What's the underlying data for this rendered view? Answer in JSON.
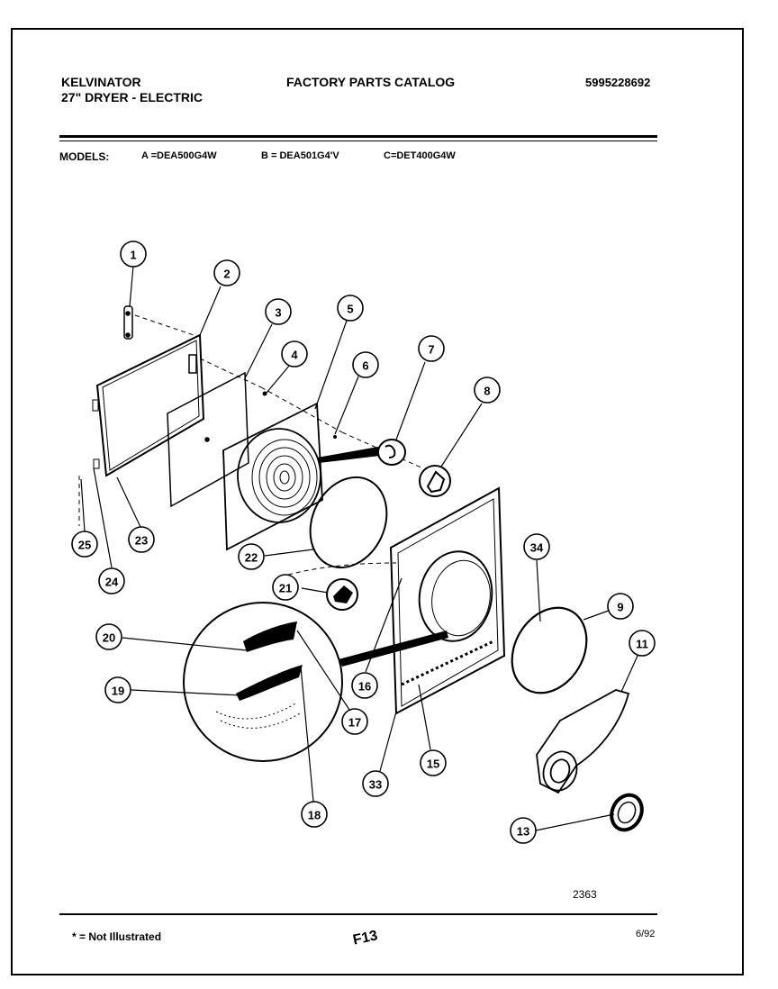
{
  "header": {
    "brand": "KELVINATOR",
    "subtitle": "27\" DRYER - ELECTRIC",
    "catalog_title": "FACTORY PARTS CATALOG",
    "part_number": "5995228692"
  },
  "models": {
    "label": "MODELS:",
    "a": "A =DEA500G4W",
    "b": "B = DEA501G4'V",
    "c": "C=DET400G4W"
  },
  "diagram": {
    "callouts": [
      "1",
      "2",
      "3",
      "4",
      "5",
      "6",
      "7",
      "8",
      "9",
      "11",
      "13",
      "15",
      "16",
      "17",
      "18",
      "19",
      "20",
      "21",
      "22",
      "23",
      "24",
      "25",
      "33",
      "34"
    ],
    "reference_code": "2363"
  },
  "footer": {
    "note": "* = Not Illustrated",
    "page_code": "F13",
    "date": "6/92"
  }
}
